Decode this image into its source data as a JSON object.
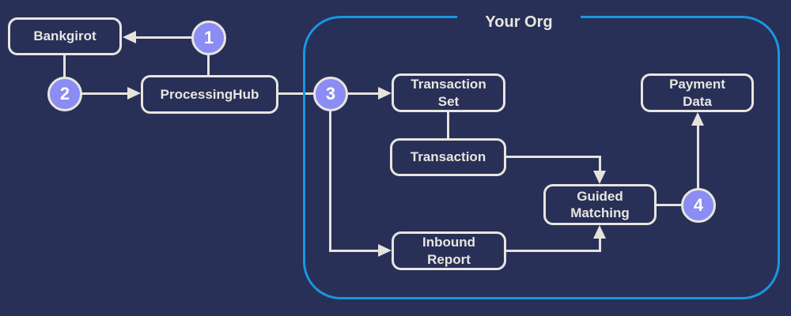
{
  "container_label": "Your Org",
  "nodes": {
    "bankgirot": "Bankgirot",
    "processing_hub": "ProcessingHub",
    "transaction_set": "Transaction Set",
    "transaction": "Transaction",
    "inbound_report": "Inbound Report",
    "guided_matching": "Guided Matching",
    "payment_data": "Payment Data"
  },
  "steps": [
    "1",
    "2",
    "3",
    "4"
  ],
  "colors": {
    "page-bg": "#283057",
    "node-border": "#E8E5E0",
    "node-text": "#E8E5E0",
    "connector": "#E6E3DE",
    "step-fill": "#8B8CF4",
    "step-text": "#FFFFFF",
    "org-border": "#1798E2"
  }
}
